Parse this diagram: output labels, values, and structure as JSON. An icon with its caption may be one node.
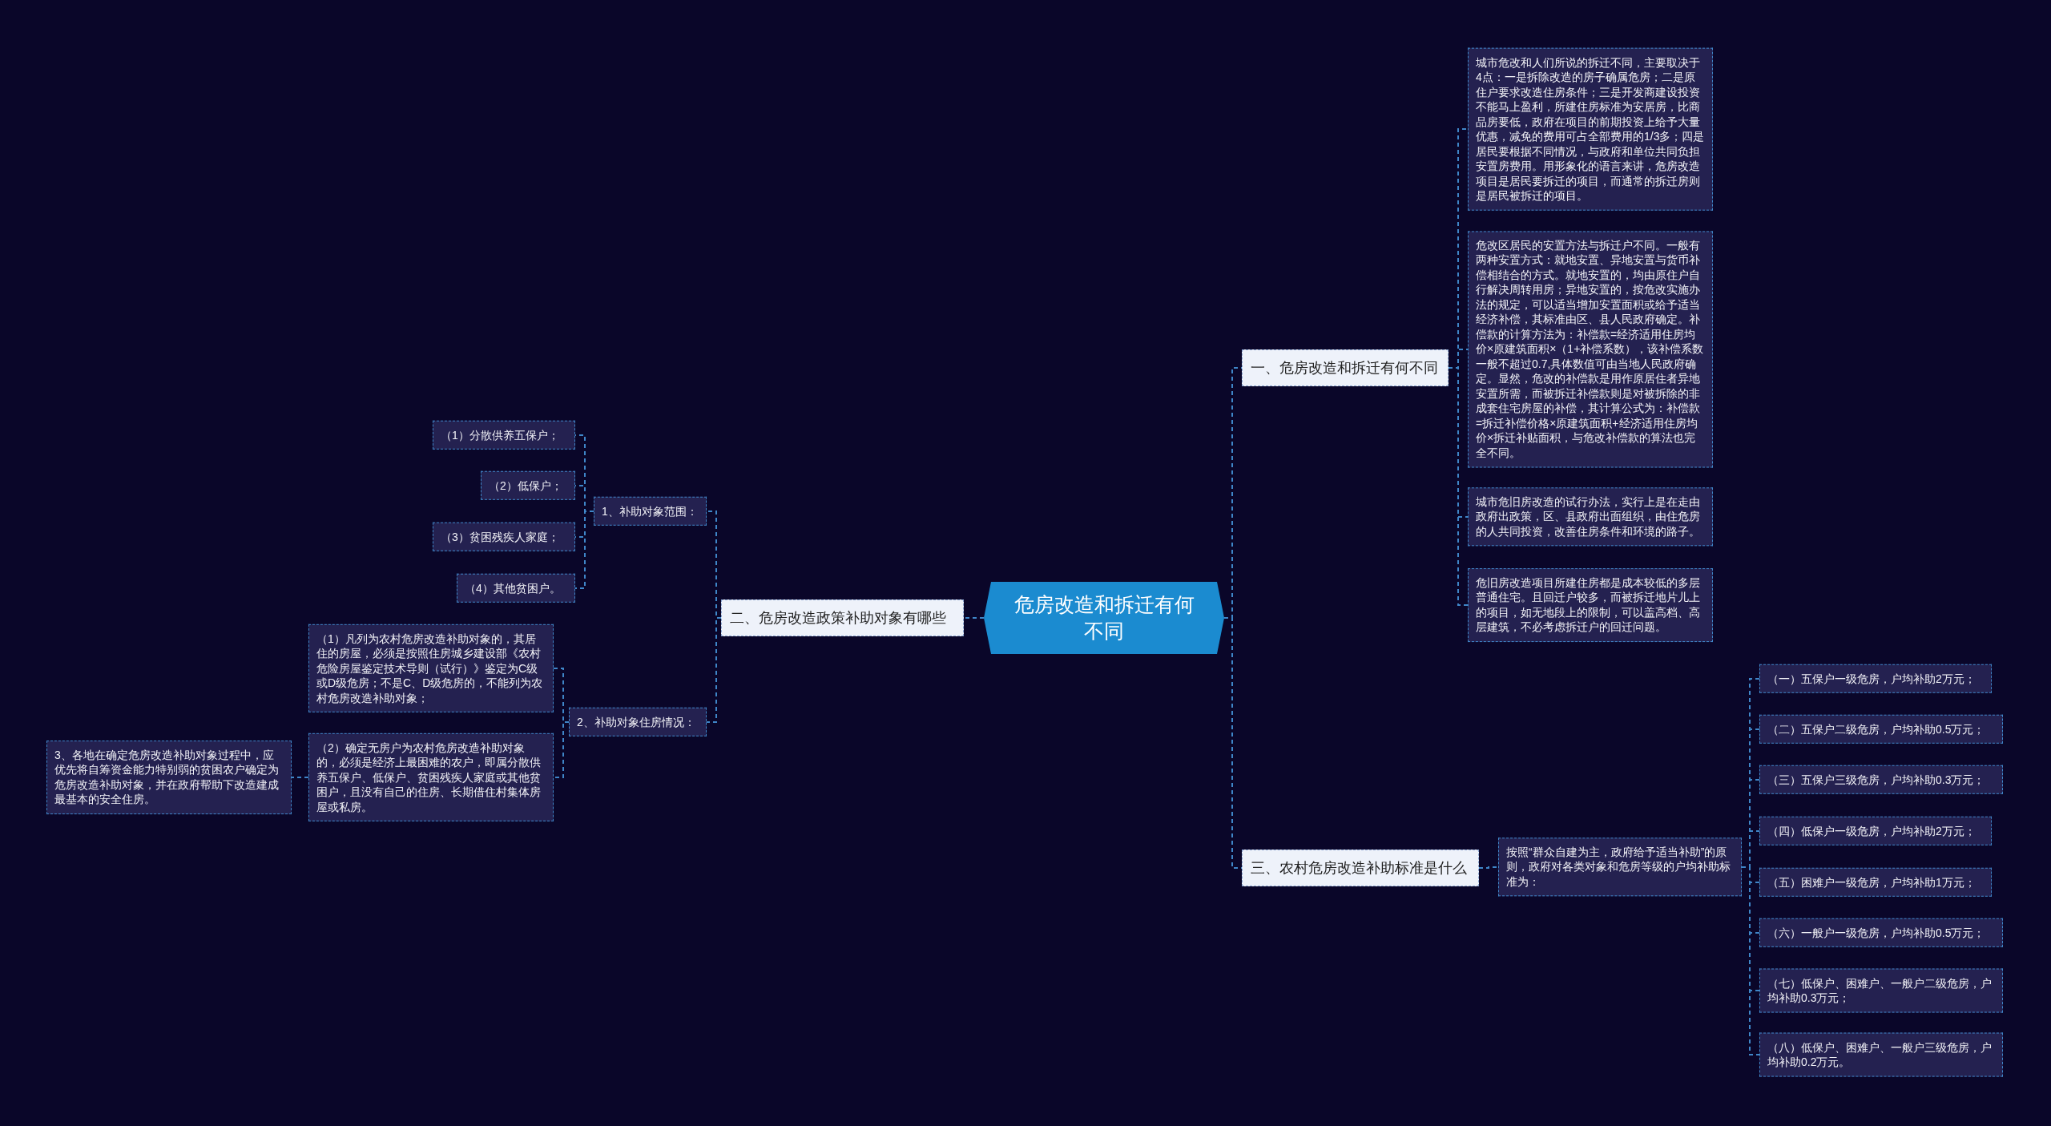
{
  "diagram": {
    "nodes": [
      {
        "text": [
          "危房改造和拆迁有何不同"
        ]
      },
      {
        "text": [
          "一、危房改造和拆迁有何不同"
        ]
      },
      {
        "text": [
          "城市危改和人们所说的拆迁不同，主要取决于4点：一是拆除改造的房子确属危房；二是原住户要求改造住房条件；三是开发商建设投资不能马上盈利，所建住房标准为安居房，比商品房要低，政府在项目的前期投资上给予大量优惠，减免的费用可占全部费用的1/3多；四是居民要根据不同情况，与政府和单位共同负担安置房费用。用形象化的语言来讲，危房改造项目是居民要拆迁的项目，而通常的拆迁房则是居民被拆迁的项目。"
        ]
      },
      {
        "text": [
          "危改区居民的安置方法与拆迁户不同。一般有两种安置方式：就地安置、异地安置与货币补偿相结合的方式。就地安置的，均由原住户自行解决周转用房；异地安置的，按危改实施办法的规定，可以适当增加安置面积或给予适当经济补偿，其标准由区、县人民政府确定。补偿款的计算方法为：补偿款=经济适用住房均价×原建筑面积×（1+补偿系数），该补偿系数一般不超过0.7,具体数值可由当地人民政府确定。显然，危改的补偿款是用作原居住者异地安置所需，而被拆迁补偿款则是对被拆除的非成套住宅房屋的补偿，其计算公式为：补偿款=拆迁补偿价格×原建筑面积+经济适用住房均价×拆迁补贴面积，与危改补偿款的算法也完全不同。"
        ]
      },
      {
        "text": [
          "城市危旧房改造的试行办法，实行上是在走由政府出政策，区、县政府出面组织，由住危房的人共同投资，改善住房条件和环境的路子。"
        ]
      },
      {
        "text": [
          "危旧房改造项目所建住房都是成本较低的多层普通住宅。且回迁户较多，而被拆迁地片儿上的项目，如无地段上的限制，可以盖高档、高层建筑，不必考虑拆迁户的回迁问题。"
        ]
      },
      {
        "text": [
          "二、危房改造政策补助对象有哪些"
        ]
      },
      {
        "text": [
          "1、补助对象范围："
        ]
      },
      {
        "text": [
          "（1）分散供养五保户；"
        ]
      },
      {
        "text": [
          "（2）低保户；"
        ]
      },
      {
        "text": [
          "（3）贫困残疾人家庭；"
        ]
      },
      {
        "text": [
          "（4）其他贫困户。"
        ]
      },
      {
        "text": [
          "2、补助对象住房情况："
        ]
      },
      {
        "text": [
          "（1）凡列为农村危房改造补助对象的，其居住的房屋，必须是按照住房城乡建设部《农村危险房屋鉴定技术导则（试行）》鉴定为C级或D级危房；不是C、D级危房的，不能列为农村危房改造补助对象；"
        ]
      },
      {
        "text": [
          "（2）确定无房户为农村危房改造补助对象的，必须是经济上最困难的农户，即属分散供养五保户、低保户、贫困残疾人家庭或其他贫困户，且没有自己的住房、长期借住村集体房屋或私房。"
        ]
      },
      {
        "text": [
          "3、各地在确定危房改造补助对象过程中，应优先将自筹资金能力特别弱的贫困农户确定为危房改造补助对象，并在政府帮助下改造建成最基本的安全住房。"
        ]
      },
      {
        "text": [
          "三、农村危房改造补助标准是什么"
        ]
      },
      {
        "text": [
          "按照“群众自建为主，政府给予适当补助”的原则，政府对各类对象和危房等级的户均补助标准为："
        ]
      },
      {
        "text": [
          "（一）五保户一级危房，户均补助2万元；"
        ]
      },
      {
        "text": [
          "（二）五保户二级危房，户均补助0.5万元；"
        ]
      },
      {
        "text": [
          "（三）五保户三级危房，户均补助0.3万元；"
        ]
      },
      {
        "text": [
          "（四）低保户一级危房，户均补助2万元；"
        ]
      },
      {
        "text": [
          "（五）困难户一级危房，户均补助1万元；"
        ]
      },
      {
        "text": [
          "（六）一般户一级危房，户均补助0.5万元；"
        ]
      },
      {
        "text": [
          "（七）低保户、困难户、一般户二级危房，户均补助0.3万元；"
        ]
      },
      {
        "text": [
          "（八）低保户、困难户、一般户三级危房，户均补助0.2万元。"
        ]
      }
    ],
    "edges": [
      {
        "from": 0,
        "to": 1,
        "arrow": "none"
      },
      {
        "from": 1,
        "to": 2,
        "arrow": "none"
      },
      {
        "from": 1,
        "to": 3,
        "arrow": "none"
      },
      {
        "from": 1,
        "to": 4,
        "arrow": "none"
      },
      {
        "from": 1,
        "to": 5,
        "arrow": "none"
      },
      {
        "from": 0,
        "to": 6,
        "arrow": "none"
      },
      {
        "from": 6,
        "to": 7,
        "arrow": "none"
      },
      {
        "from": 7,
        "to": 8,
        "arrow": "none"
      },
      {
        "from": 7,
        "to": 9,
        "arrow": "none"
      },
      {
        "from": 7,
        "to": 10,
        "arrow": "none"
      },
      {
        "from": 7,
        "to": 11,
        "arrow": "none"
      },
      {
        "from": 6,
        "to": 12,
        "arrow": "none"
      },
      {
        "from": 12,
        "to": 13,
        "arrow": "none"
      },
      {
        "from": 12,
        "to": 14,
        "arrow": "none"
      },
      {
        "from": 14,
        "to": 15,
        "arrow": "none"
      },
      {
        "from": 0,
        "to": 16,
        "arrow": "none"
      },
      {
        "from": 16,
        "to": 17,
        "arrow": "none"
      },
      {
        "from": 17,
        "to": 18,
        "arrow": "none"
      },
      {
        "from": 17,
        "to": 19,
        "arrow": "none"
      },
      {
        "from": 17,
        "to": 20,
        "arrow": "none"
      },
      {
        "from": 17,
        "to": 21,
        "arrow": "none"
      },
      {
        "from": 17,
        "to": 22,
        "arrow": "none"
      },
      {
        "from": 17,
        "to": 23,
        "arrow": "none"
      },
      {
        "from": 17,
        "to": 24,
        "arrow": "none"
      },
      {
        "from": 17,
        "to": 25,
        "arrow": "none"
      }
    ]
  }
}
